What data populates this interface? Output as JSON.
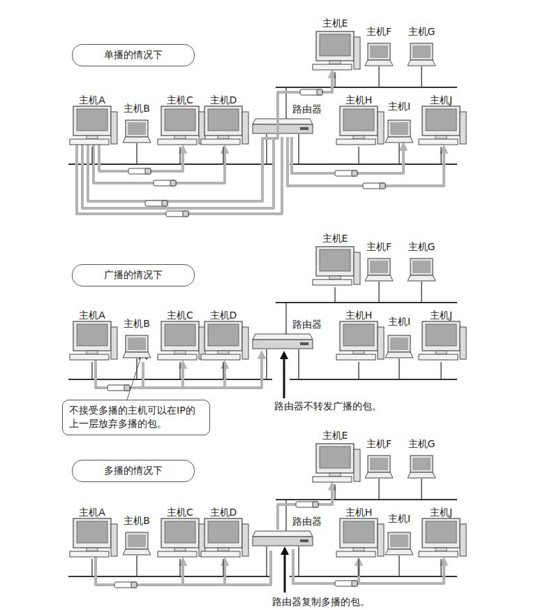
{
  "diagram": {
    "nodes": [
      {
        "text": [
          "单播的情况下"
        ]
      },
      {
        "text": [
          "广播的情况下"
        ]
      },
      {
        "text": [
          "不接受多播的主机可以在IP的上一层放弃多播的包。"
        ]
      },
      {
        "text": [
          "多播的情况下"
        ]
      }
    ],
    "labels": [
      "主机E",
      "主机F",
      "主机G",
      "主机A",
      "主机B",
      "主机C",
      "主机D",
      "路由器",
      "主机H",
      "主机I",
      "主机J",
      "主机E",
      "主机F",
      "主机G",
      "主机A",
      "主机B",
      "主机C",
      "主机D",
      "路由器",
      "主机H",
      "主机I",
      "主机J",
      "路由器不转发广播的包。",
      "主机E",
      "主机F",
      "主机G",
      "主机A",
      "主机B",
      "主机C",
      "主机D",
      "路由器",
      "主机H",
      "主机I",
      "主机J",
      "路由器复制多播的包。"
    ]
  }
}
